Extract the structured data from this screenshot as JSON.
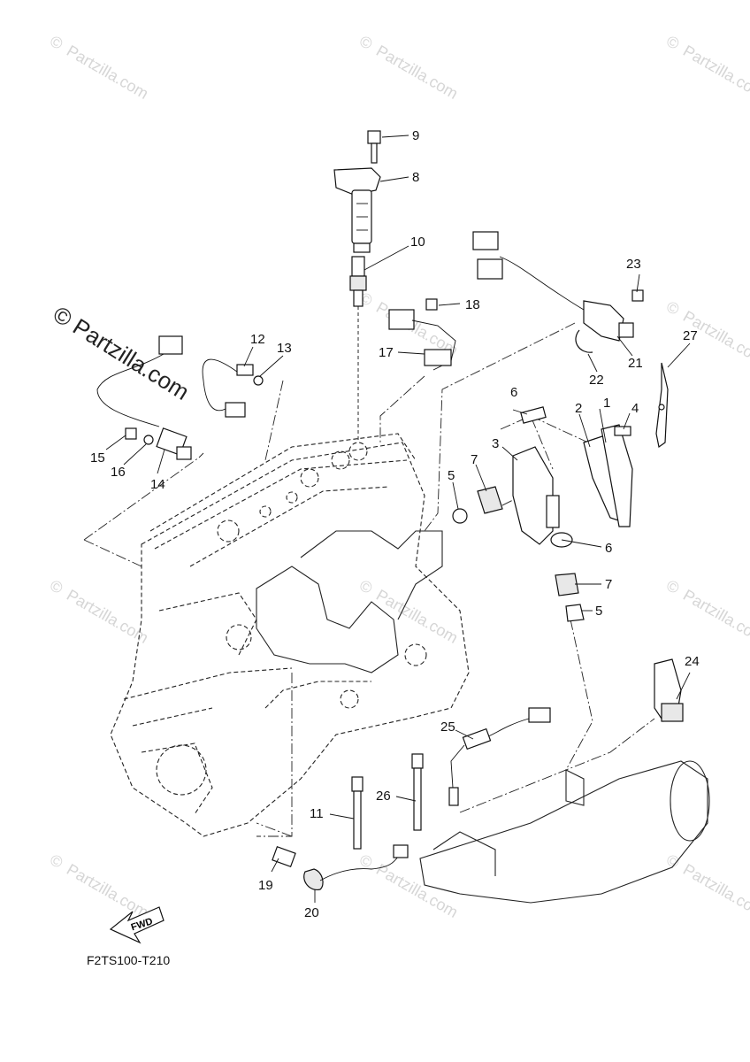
{
  "watermark": {
    "copyright_symbol": "©",
    "text": "Partzilla.com",
    "prominent_text": "© Partzilla.com"
  },
  "diagram_code": "F2TS100-T210",
  "fwd_label": "FWD",
  "callouts": [
    "1",
    "2",
    "3",
    "4",
    "5",
    "5",
    "6",
    "6",
    "7",
    "7",
    "8",
    "9",
    "10",
    "11",
    "12",
    "13",
    "14",
    "15",
    "16",
    "17",
    "18",
    "19",
    "20",
    "21",
    "22",
    "23",
    "24",
    "25",
    "26",
    "27"
  ]
}
